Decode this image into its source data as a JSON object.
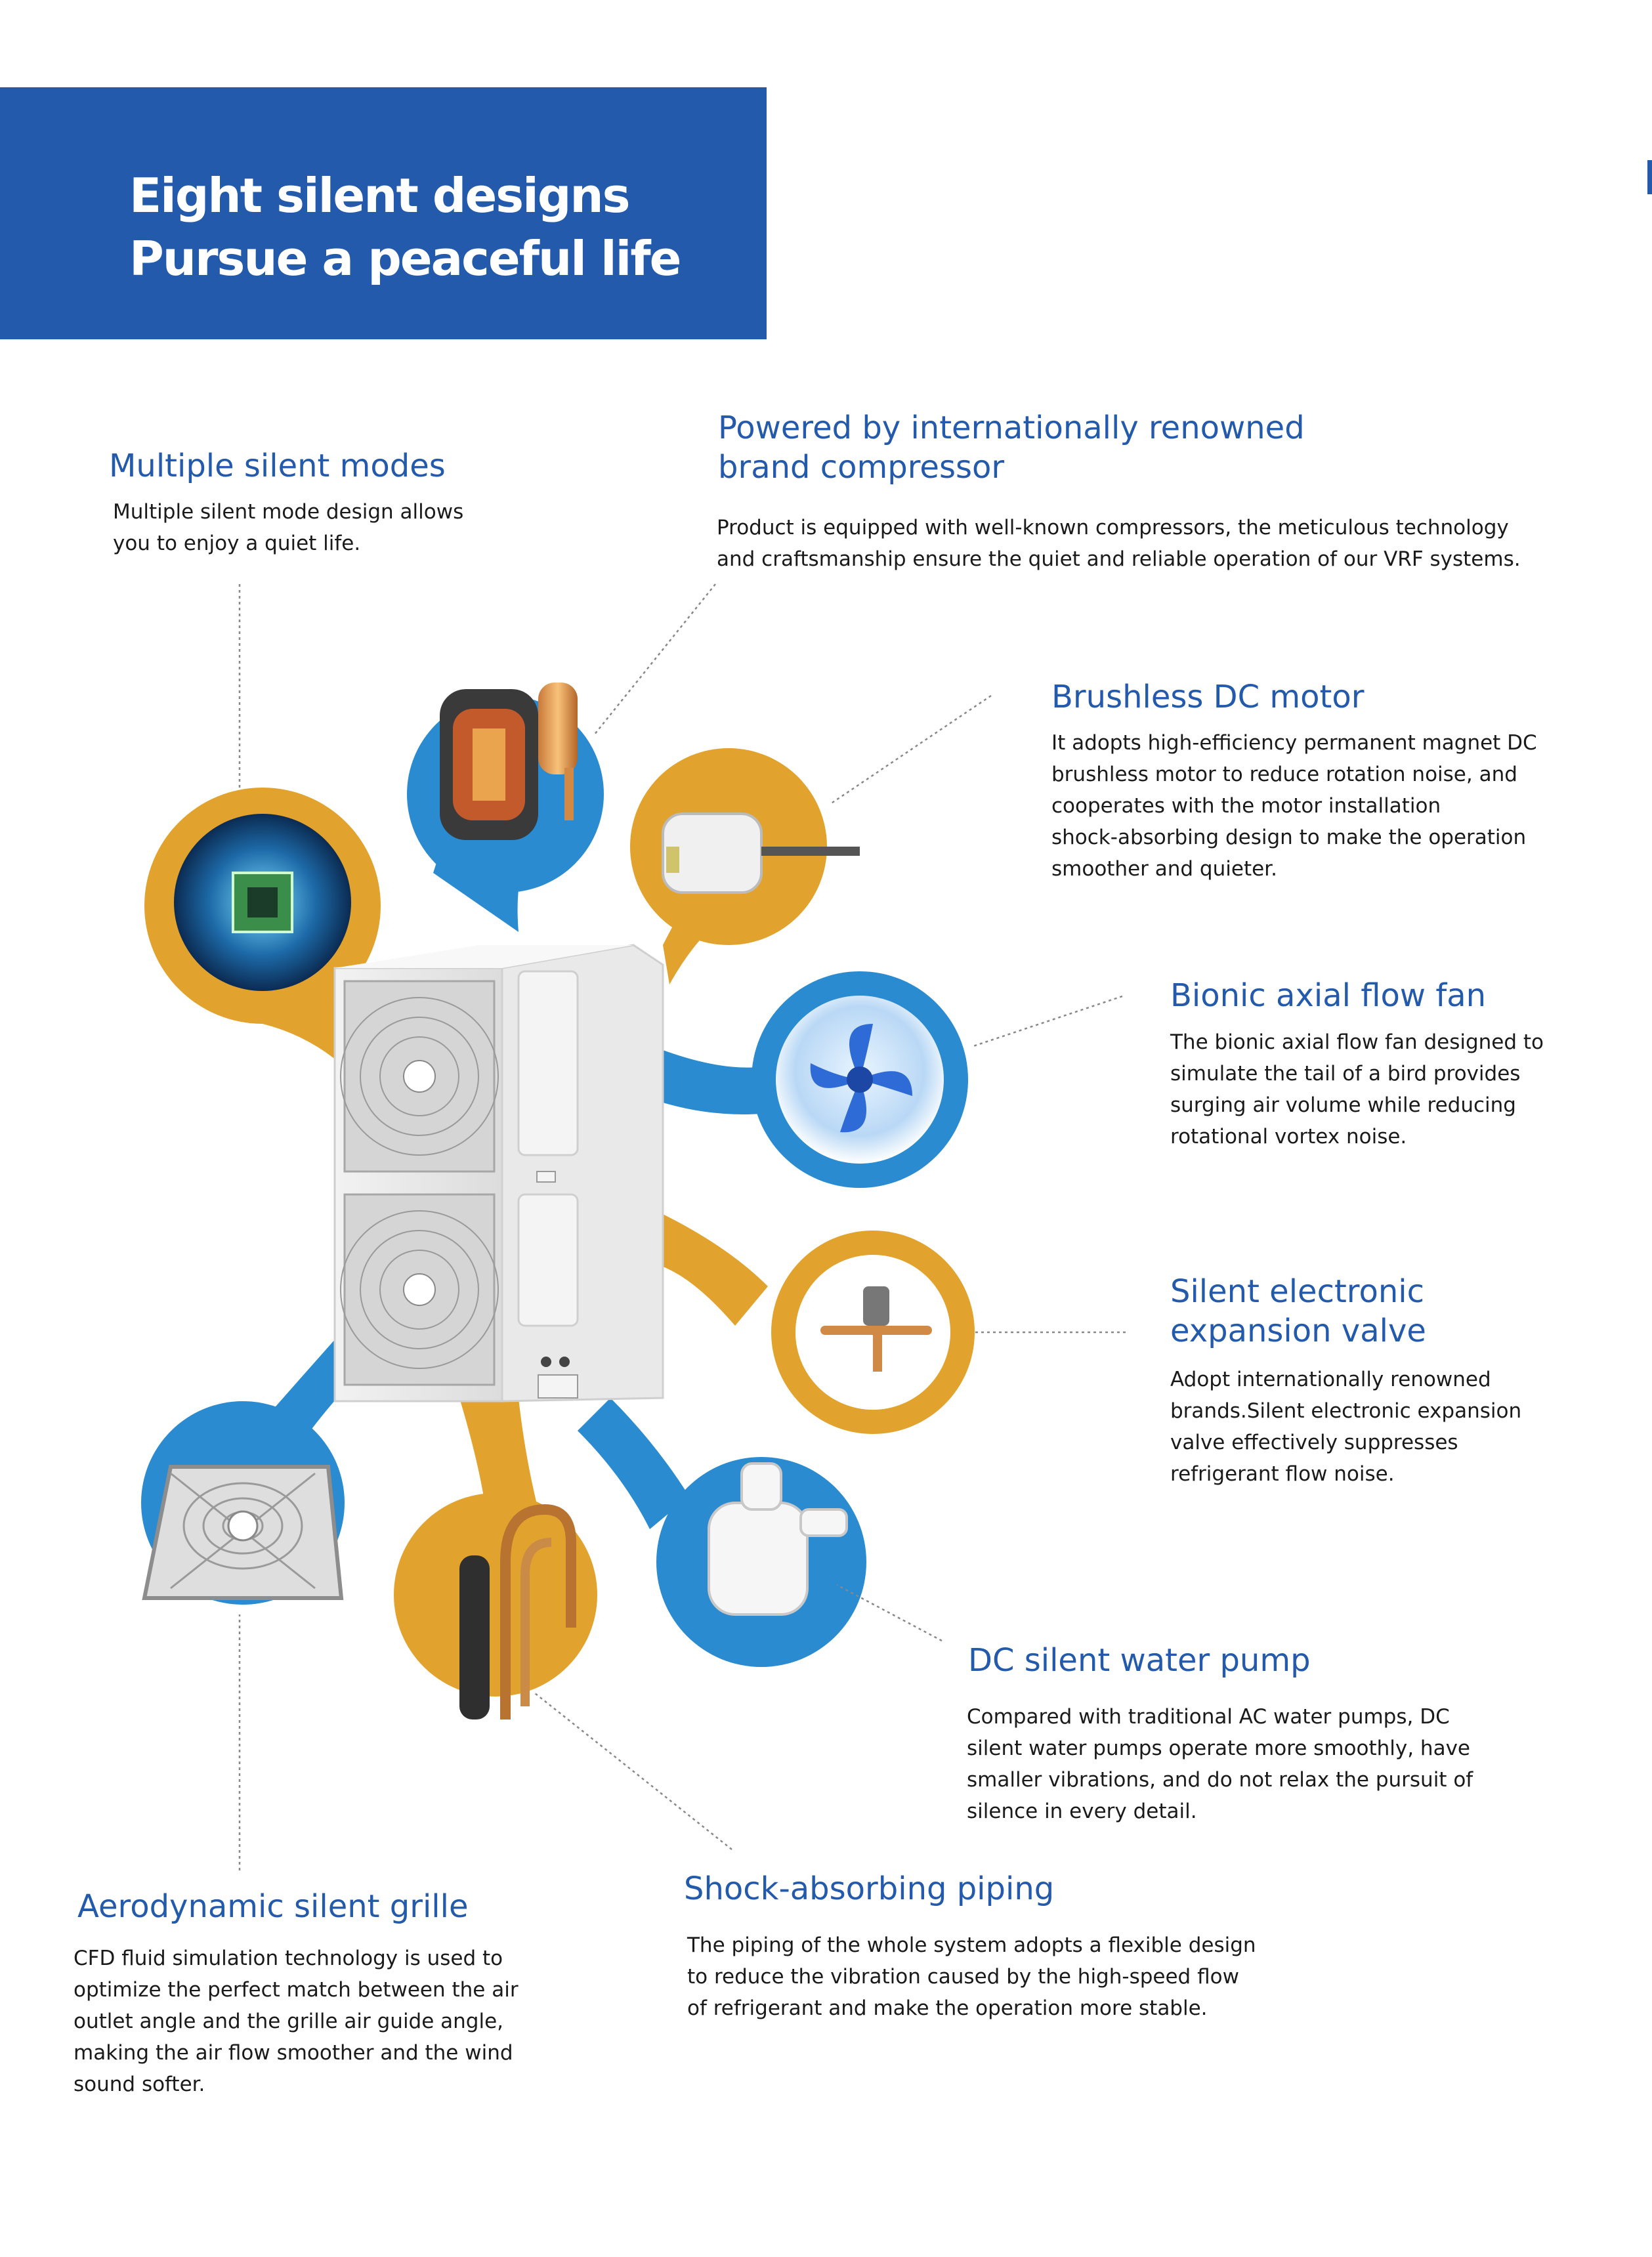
{
  "banner": {
    "title_line1": "Eight silent designs",
    "title_line2": "Pursue a peaceful life"
  },
  "features": {
    "silent_modes": {
      "title": "Multiple silent modes",
      "desc": [
        "Multiple silent mode design allows",
        "you to enjoy a quiet life."
      ]
    },
    "compressor": {
      "title_line1": "Powered by internationally renowned",
      "title_line2": "brand compressor",
      "desc": [
        "Product is equipped with well-known compressors, the meticulous technology",
        "and craftsmanship ensure the quiet and reliable operation of our VRF systems."
      ]
    },
    "dc_motor": {
      "title": "Brushless DC motor",
      "desc": [
        "It adopts high-efficiency permanent magnet DC",
        "brushless motor to reduce rotation noise, and",
        "cooperates with the motor installation",
        "shock-absorbing design to make the operation",
        "smoother and quieter."
      ]
    },
    "axial_fan": {
      "title": "Bionic axial flow fan",
      "desc": [
        "The bionic axial flow fan designed to",
        "simulate the tail of a bird provides",
        "surging air volume while reducing",
        "rotational vortex noise."
      ]
    },
    "expansion_valve": {
      "title_line1": "Silent electronic",
      "title_line2": "expansion valve",
      "desc": [
        "Adopt internationally renowned",
        "brands.Silent electronic expansion",
        "valve effectively suppresses",
        "refrigerant flow noise."
      ]
    },
    "water_pump": {
      "title": "DC silent water pump",
      "desc": [
        "Compared with traditional AC water pumps, DC",
        "silent water pumps operate more smoothly, have",
        "smaller vibrations, and do not relax the pursuit of",
        "silence in every detail."
      ]
    },
    "piping": {
      "title": "Shock-absorbing piping",
      "desc": [
        "The piping of the whole system adopts a flexible design",
        "to reduce the vibration caused by the high-speed flow",
        "of refrigerant and make the operation more stable."
      ]
    },
    "grille": {
      "title": "Aerodynamic silent grille",
      "desc": [
        "CFD fluid simulation technology is used to",
        "optimize the perfect match between the air",
        "outlet angle and the grille air guide angle,",
        "making the air flow smoother and the wind",
        "sound softer."
      ]
    }
  },
  "colors": {
    "blue": "#235aab",
    "petal_blue": "#2a8bd0",
    "petal_orange": "#e2a32e"
  }
}
